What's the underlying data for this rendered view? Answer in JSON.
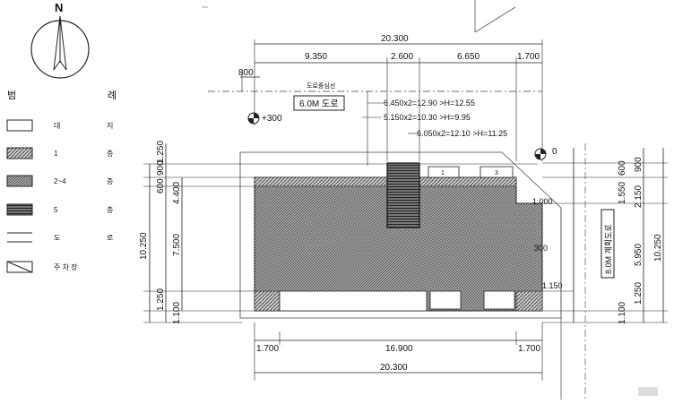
{
  "north_label": "N",
  "legend": {
    "title_left": "범",
    "title_right": "례",
    "items": [
      {
        "label": "대",
        "suffix": "지"
      },
      {
        "label": "1",
        "suffix": "층"
      },
      {
        "label": "2~4",
        "suffix": "층"
      },
      {
        "label": "5",
        "suffix": "층"
      },
      {
        "label": "도",
        "suffix": "로"
      },
      {
        "label": "주 차 장",
        "suffix": ""
      }
    ]
  },
  "elevation_marks": {
    "left": "+300",
    "right": "0"
  },
  "road_labels": {
    "top": "6.0M 도로",
    "right": "8.0M 계획도로",
    "centerline": "도로중심선"
  },
  "height_notes": [
    "6.450x2=12.90 >H=12.55",
    "5.150x2=10.30 >H=9.95",
    "6.050x2=12.10 >H=11.25"
  ],
  "dims_top": {
    "overall": "20.300",
    "seg1": "9.350",
    "seg2": "2.600",
    "seg3": "6.650",
    "seg4": "1.700",
    "offset": "800"
  },
  "dims_bottom": {
    "left": "1.700",
    "middle": "16.900",
    "right": "1.700",
    "overall": "20.300"
  },
  "dims_left": {
    "overall": "10.250",
    "top_a": "1.250",
    "top_b": "600",
    "top_c": "900",
    "upper": "4.400",
    "middle": "7.500",
    "lower": "1.250",
    "bottom": "1.100"
  },
  "dims_right": {
    "top": "900",
    "a": "600",
    "b": "1.550",
    "c": "2.150",
    "d": "5.950",
    "overall": "10.250",
    "e": "1.250",
    "f": "1.100",
    "inner_1000": "1.000",
    "inner_300": "300",
    "inner_1150": "1.150"
  },
  "parking_numbers": [
    "1",
    "3"
  ]
}
